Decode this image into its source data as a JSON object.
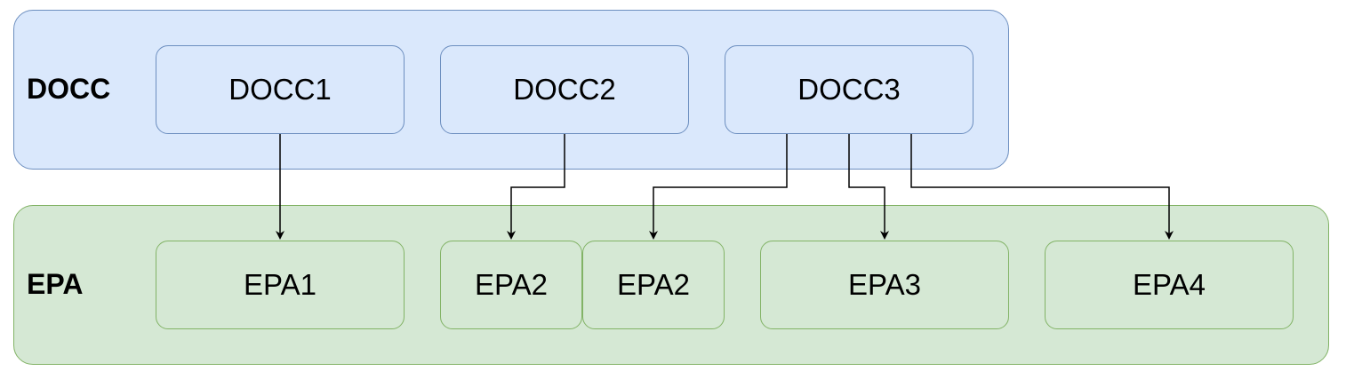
{
  "groups": {
    "docc": {
      "label": "DOCC",
      "nodes": [
        {
          "id": "docc1",
          "label": "DOCC1"
        },
        {
          "id": "docc2",
          "label": "DOCC2"
        },
        {
          "id": "docc3",
          "label": "DOCC3"
        }
      ]
    },
    "epa": {
      "label": "EPA",
      "nodes": [
        {
          "id": "epa1",
          "label": "EPA1"
        },
        {
          "id": "epa2a",
          "label": "EPA2"
        },
        {
          "id": "epa2b",
          "label": "EPA2"
        },
        {
          "id": "epa3",
          "label": "EPA3"
        },
        {
          "id": "epa4",
          "label": "EPA4"
        }
      ]
    }
  },
  "edges": [
    {
      "from": "docc1",
      "to": "epa1"
    },
    {
      "from": "docc2",
      "to": "epa2a"
    },
    {
      "from": "docc3",
      "to": "epa2b"
    },
    {
      "from": "docc3",
      "to": "epa3"
    },
    {
      "from": "docc3",
      "to": "epa4"
    }
  ],
  "colors": {
    "docc_fill": "#dae8fc",
    "docc_stroke": "#6c8ebf",
    "epa_fill": "#d5e8d4",
    "epa_stroke": "#82b366",
    "edge": "#000000"
  }
}
